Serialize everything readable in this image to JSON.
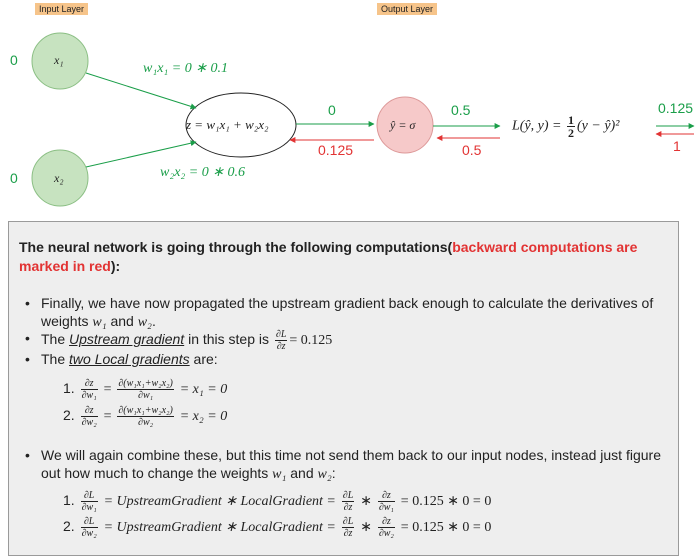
{
  "diagram": {
    "input_layer_label": "Input Layer",
    "output_layer_label": "Output Layer",
    "nodes": {
      "x1": "x₁",
      "x2": "x₂",
      "sum": "z = w₁x₁ + w₂x₂",
      "sigma": "ŷ = σ",
      "loss_left": "L(ŷ, y) = ",
      "loss_right": "(y − ŷ)²",
      "loss_half_num": "1",
      "loss_half_den": "2"
    },
    "values": {
      "x1_input": "0",
      "x2_input": "0",
      "w1x1": "w₁x₁ = 0 ∗ 0.1",
      "w2x2": "w₂x₂ = 0 ∗ 0.6",
      "z_forward": "0",
      "z_backward": "0.125",
      "yhat_forward": "0.5",
      "yhat_backward": "0.5",
      "loss_forward": "0.125",
      "loss_backward": "1"
    },
    "colors": {
      "forward": "#1a9e49",
      "backward": "#e23333",
      "input_node": "#c7e3c0",
      "output_node": "#f6c9c9"
    }
  },
  "panel": {
    "heading_prefix": "The neural network is going through the following computations(",
    "heading_red": "backward computations are marked in red",
    "heading_suffix": "):",
    "bullet1_line1": "Finally, we have now propagated the upstream gradient back enough to calculate the derivatives of",
    "bullet1_line2_prefix": "weights ",
    "bullet1_w1": "w₁",
    "bullet1_and": " and ",
    "bullet1_w2": "w₂",
    "bullet1_end": ".",
    "bullet2_prefix": "The ",
    "bullet2_link": "Upstream gradient",
    "bullet2_mid": " in this step is ",
    "bullet2_value": "= 0.125",
    "bullet3_prefix": "The ",
    "bullet3_link": "two Local gradients",
    "bullet3_suffix": " are:",
    "local1_num": "1.",
    "local1_rhs": "= x₁ = 0",
    "local2_num": "2.",
    "local2_rhs": "= x₂ = 0",
    "dz": "∂z",
    "dw1": "∂w₁",
    "dw2": "∂w₂",
    "dL": "∂L",
    "dz_den": "∂z",
    "dsum": "∂(w₁x₁+w₂x₂)",
    "bullet4_line1": "We will again combine these, but this time not send them back to our input nodes, instead just figure",
    "bullet4_line2_prefix": "out how much to change the weights ",
    "bullet4_and": " and ",
    "bullet4_end": ":",
    "combo1_num": "1.",
    "combo2_num": "2.",
    "combo_text": "= UpstreamGradient ∗ LocalGradient =",
    "combo_star": "∗",
    "combo_result": "= 0.125 ∗ 0 = 0"
  }
}
